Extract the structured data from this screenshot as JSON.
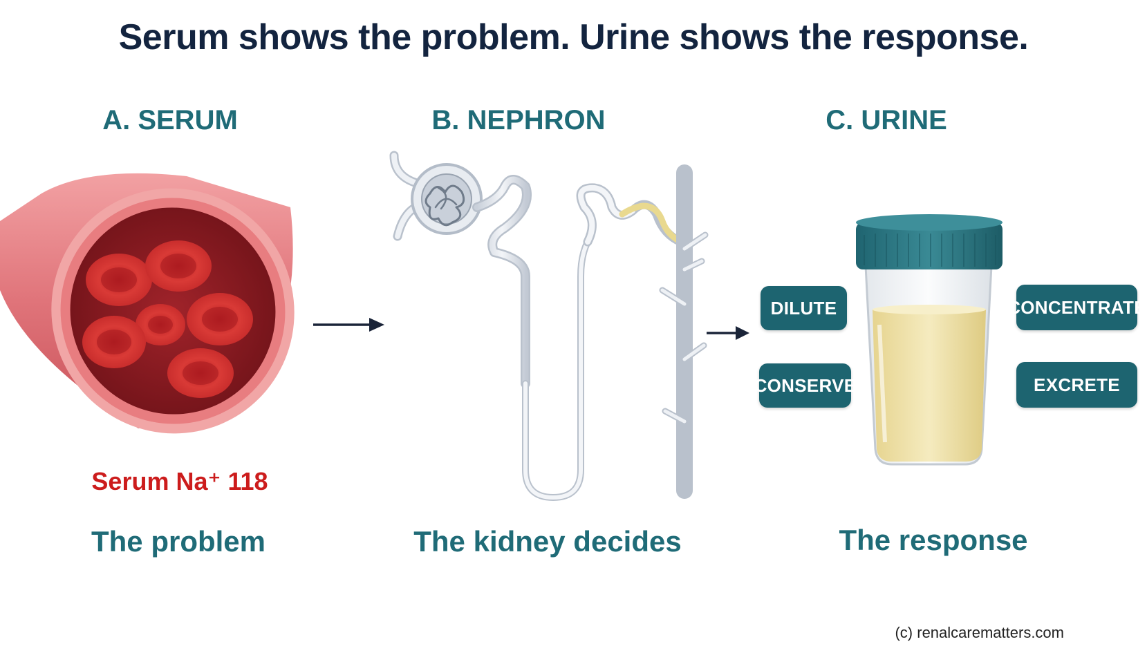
{
  "title": "Serum shows the problem. Urine shows the response.",
  "panels": {
    "serum": {
      "heading": "A. SERUM",
      "value_label": "Serum Na⁺ 118",
      "caption": "The problem"
    },
    "nephron": {
      "heading": "B. NEPHRON",
      "caption": "The kidney decides"
    },
    "urine": {
      "heading": "C. URINE",
      "caption": "The response",
      "labels": {
        "dilute": "DILUTE",
        "conserve": "CONSERVE",
        "concentrate": "CONCENTRATE",
        "excrete": "EXCRETE"
      }
    }
  },
  "copyright": "(c) renalcarematters.com",
  "colors": {
    "title": "#13243f",
    "heading": "#1f6b77",
    "serum_value": "#cc1c1c",
    "pill": "#1d6470",
    "vessel": "#e0747a",
    "urine": "#efe2a6",
    "cap": "#2a7480"
  },
  "icons": [
    "blood-vessel-illustration",
    "nephron-illustration",
    "urine-cup-illustration",
    "arrow-right-icon"
  ]
}
